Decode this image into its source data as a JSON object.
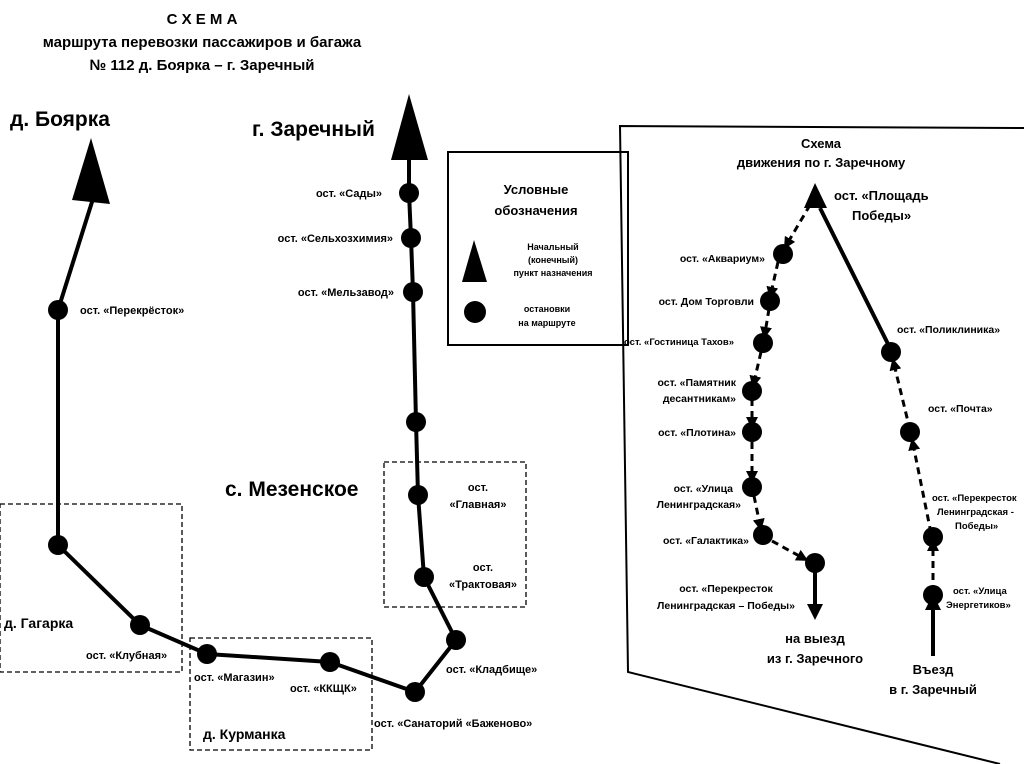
{
  "title": {
    "line1": "С Х Е М А",
    "line2": "маршрута перевозки пассажиров и багажа",
    "line3": "№ 112 д. Боярка – г. Заречный"
  },
  "endpoints": {
    "boyarka": "д. Боярка",
    "zarechny": "г. Заречный"
  },
  "settlements": {
    "mezenskoe": "с. Мезенское",
    "gagarka": "д. Гагарка",
    "kurmanka": "д. Курманка"
  },
  "stops": {
    "perekrestok": "ост. «Перекрёсток»",
    "klubnaya": "ост. «Клубная»",
    "magazin": "ост. «Магазин»",
    "kkshk": "ост. «ККЩК»",
    "sanatoriy": "ост. «Санаторий «Баженово»",
    "kladbishche": "ост. «Кладбище»",
    "traktovaya": [
      "ост.",
      "«Трактовая»"
    ],
    "glavnaya": [
      "ост.",
      "«Главная»"
    ],
    "melzavod": "ост. «Мельзавод»",
    "selhozhimiya": "ост. «Сельхозхимия»",
    "sady": "ост. «Сады»"
  },
  "legend": {
    "heading": [
      "Условные",
      "обозначения"
    ],
    "terminal": [
      "Начальный",
      "(конечный)",
      "пункт назначения"
    ],
    "stops": [
      "остановки",
      "на маршруте"
    ]
  },
  "inset": {
    "heading": [
      "Схема",
      "движения по г. Заречному"
    ],
    "ploshchad": [
      "ост. «Площадь",
      "Победы»"
    ],
    "akvarium": "ост. «Аквариум»",
    "dom_torgovli": "ост. Дом Торговли",
    "gostinitsa": "ост. «Гостиница Тахов»",
    "pamyatnik": [
      "ост. «Памятник",
      "десантникам»"
    ],
    "plotina": "ост. «Плотина»",
    "leningradskaya": [
      "ост. «Улица",
      "Ленинградская»"
    ],
    "galaktika": "ост. «Галактика»",
    "perekrestok_lp_left": [
      "ост. «Перекресток",
      "Ленинградская – Победы»"
    ],
    "exit": [
      "на выезд",
      "из г. Заречного"
    ],
    "poliklinika": "ост. «Поликлиника»",
    "pochta": "ост. «Почта»",
    "perekrestok_lp_right": [
      "ост. «Перекресток",
      "Ленинградская -",
      "Победы»"
    ],
    "energetikov": [
      "ост. «Улица",
      "Энергетиков»"
    ],
    "entry": [
      "Въезд",
      "в г. Заречный"
    ]
  }
}
